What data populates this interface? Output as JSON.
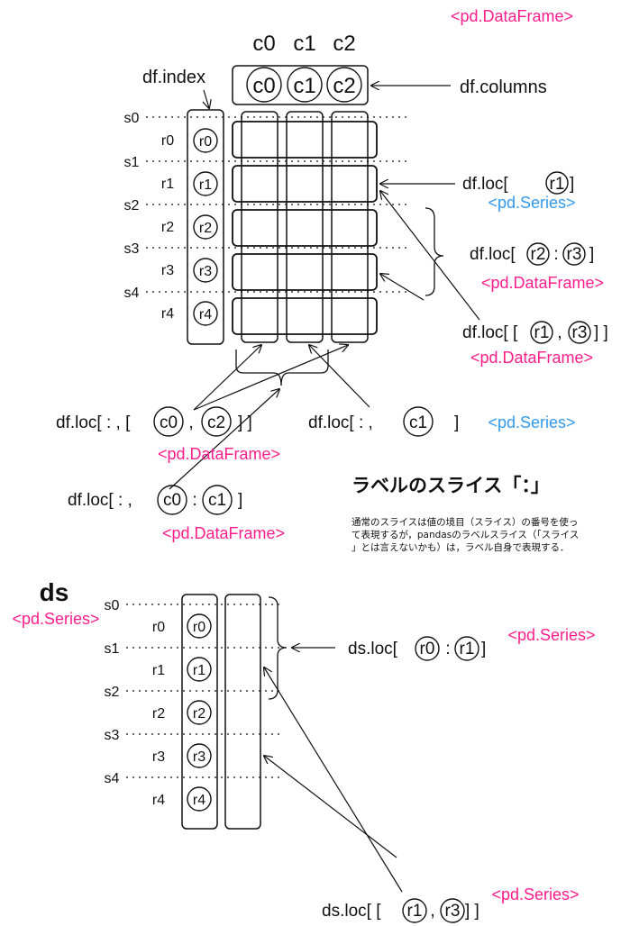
{
  "top": {
    "dataframe_label": "<pd.DataFrame>",
    "col_headers": [
      "c0",
      "c1",
      "c2"
    ],
    "index_label": "df.index",
    "columns_label": "df.columns",
    "slice_points": [
      "s0",
      "s1",
      "s2",
      "s3",
      "s4"
    ],
    "row_labels": [
      "r0",
      "r1",
      "r2",
      "r3",
      "r4"
    ]
  },
  "annotations": {
    "loc_r1": {
      "prefix": "df.loc[",
      "tokens": [
        "r1"
      ],
      "suffix": "]",
      "type": "<pd.Series>"
    },
    "loc_r2_r3": {
      "prefix": "df.loc[",
      "tokens": [
        "r2",
        "r3"
      ],
      "sep": ":",
      "suffix": "]",
      "type": "<pd.DataFrame>"
    },
    "loc_list_r1_r3": {
      "prefix": "df.loc[ [",
      "tokens": [
        "r1",
        "r3"
      ],
      "sep": ",",
      "suffix": "] ]",
      "type": "<pd.DataFrame>"
    },
    "loc_cols_list": {
      "prefix": "df.loc[ : , [",
      "tokens": [
        "c0",
        "c2"
      ],
      "sep": ",",
      "suffix": "] ]",
      "type": "<pd.DataFrame>"
    },
    "loc_col_c1": {
      "prefix": "df.loc[ : ,",
      "tokens": [
        "c1"
      ],
      "suffix": "]",
      "type": "<pd.Series>"
    },
    "loc_col_slice": {
      "prefix": "df.loc[ : ,",
      "tokens": [
        "c0",
        "c1"
      ],
      "sep": ":",
      "suffix": "]",
      "type": "<pd.DataFrame>"
    }
  },
  "note": {
    "heading": "ラベルのスライス「：」",
    "lines": [
      "通常のスライスは値の境目（スライス）の番号を使っ",
      "て表現するが，pandasのラベルスライス（「スライス",
      "」とは言えないかも）は，ラベル自身で表現する．"
    ]
  },
  "bottom": {
    "name": "ds",
    "type": "<pd.Series>",
    "slice_points": [
      "s0",
      "s1",
      "s2",
      "s3",
      "s4"
    ],
    "row_labels": [
      "r0",
      "r1",
      "r2",
      "r3",
      "r4"
    ],
    "loc_slice": {
      "prefix": "ds.loc[",
      "tokens": [
        "r0",
        "r1"
      ],
      "sep": ":",
      "suffix": "]",
      "type": "<pd.Series>"
    },
    "loc_list": {
      "prefix": "ds.loc[ [",
      "tokens": [
        "r1",
        "r3"
      ],
      "sep": ",",
      "suffix": "] ]",
      "type": "<pd.Series>"
    }
  }
}
